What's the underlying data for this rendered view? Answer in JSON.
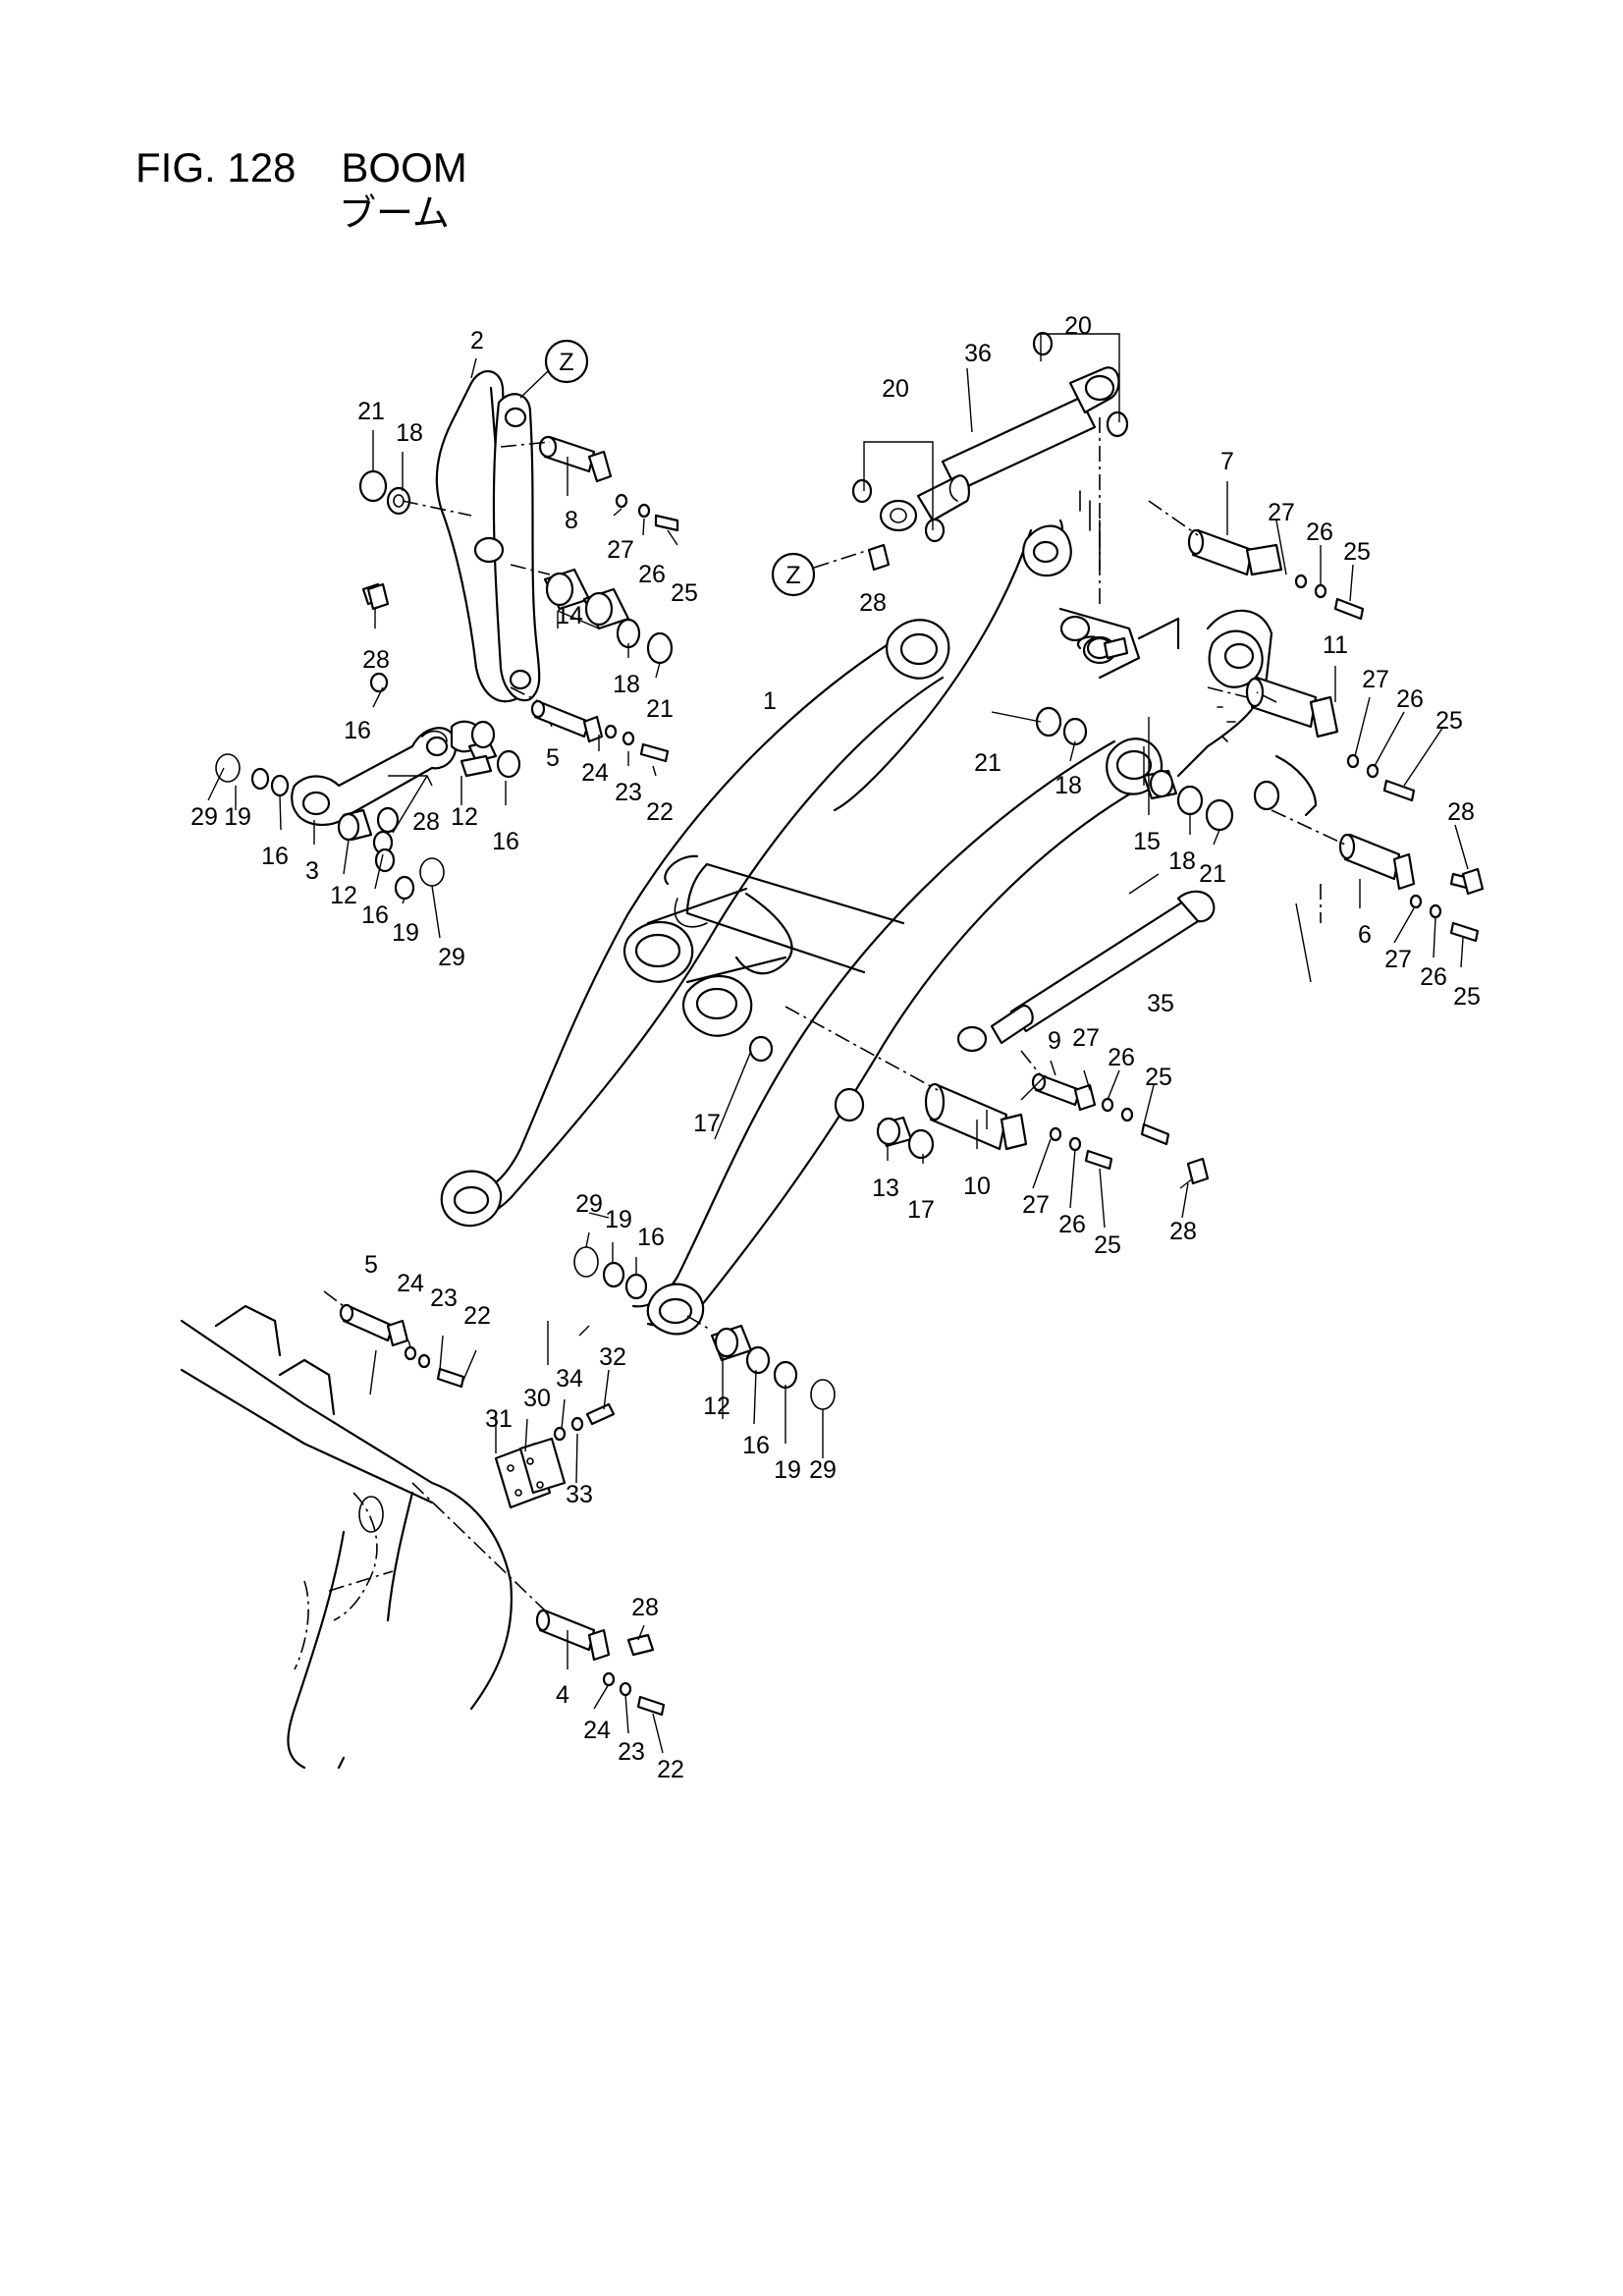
{
  "header": {
    "fig_label": "FIG. 128",
    "title": "BOOM",
    "subtitle": "ブーム"
  },
  "detail_marker": "Z",
  "callouts": [
    {
      "key": "c1",
      "text": "1"
    },
    {
      "key": "c2",
      "text": "2"
    },
    {
      "key": "c3",
      "text": "3"
    },
    {
      "key": "c4",
      "text": "4"
    },
    {
      "key": "c5a",
      "text": "5"
    },
    {
      "key": "c5b",
      "text": "5"
    },
    {
      "key": "c6",
      "text": "6"
    },
    {
      "key": "c7",
      "text": "7"
    },
    {
      "key": "c8",
      "text": "8"
    },
    {
      "key": "c9",
      "text": "9"
    },
    {
      "key": "c10",
      "text": "10"
    },
    {
      "key": "c11",
      "text": "11"
    },
    {
      "key": "c12a",
      "text": "12"
    },
    {
      "key": "c12b",
      "text": "12"
    },
    {
      "key": "c12c",
      "text": "12"
    },
    {
      "key": "c13",
      "text": "13"
    },
    {
      "key": "c14",
      "text": "14"
    },
    {
      "key": "c15",
      "text": "15"
    },
    {
      "key": "c16a",
      "text": "16"
    },
    {
      "key": "c16b",
      "text": "16"
    },
    {
      "key": "c16c",
      "text": "16"
    },
    {
      "key": "c16d",
      "text": "16"
    },
    {
      "key": "c16e",
      "text": "16"
    },
    {
      "key": "c16f",
      "text": "16"
    },
    {
      "key": "c17a",
      "text": "17"
    },
    {
      "key": "c17b",
      "text": "17"
    },
    {
      "key": "c18a",
      "text": "18"
    },
    {
      "key": "c18b",
      "text": "18"
    },
    {
      "key": "c18c",
      "text": "18"
    },
    {
      "key": "c18d",
      "text": "18"
    },
    {
      "key": "c19a",
      "text": "19"
    },
    {
      "key": "c19b",
      "text": "19"
    },
    {
      "key": "c19c",
      "text": "19"
    },
    {
      "key": "c19d",
      "text": "19"
    },
    {
      "key": "c20a",
      "text": "20"
    },
    {
      "key": "c20b",
      "text": "20"
    },
    {
      "key": "c21a",
      "text": "21"
    },
    {
      "key": "c21b",
      "text": "21"
    },
    {
      "key": "c21c",
      "text": "21"
    },
    {
      "key": "c21d",
      "text": "21"
    },
    {
      "key": "c22a",
      "text": "22"
    },
    {
      "key": "c22b",
      "text": "22"
    },
    {
      "key": "c22c",
      "text": "22"
    },
    {
      "key": "c23a",
      "text": "23"
    },
    {
      "key": "c23b",
      "text": "23"
    },
    {
      "key": "c23c",
      "text": "23"
    },
    {
      "key": "c24a",
      "text": "24"
    },
    {
      "key": "c24b",
      "text": "24"
    },
    {
      "key": "c24c",
      "text": "24"
    },
    {
      "key": "c25a",
      "text": "25"
    },
    {
      "key": "c25b",
      "text": "25"
    },
    {
      "key": "c25c",
      "text": "25"
    },
    {
      "key": "c25d",
      "text": "25"
    },
    {
      "key": "c25e",
      "text": "25"
    },
    {
      "key": "c25f",
      "text": "25"
    },
    {
      "key": "c26a",
      "text": "26"
    },
    {
      "key": "c26b",
      "text": "26"
    },
    {
      "key": "c26c",
      "text": "26"
    },
    {
      "key": "c26d",
      "text": "26"
    },
    {
      "key": "c26e",
      "text": "26"
    },
    {
      "key": "c26f",
      "text": "26"
    },
    {
      "key": "c27a",
      "text": "27"
    },
    {
      "key": "c27b",
      "text": "27"
    },
    {
      "key": "c27c",
      "text": "27"
    },
    {
      "key": "c27d",
      "text": "27"
    },
    {
      "key": "c27e",
      "text": "27"
    },
    {
      "key": "c27f",
      "text": "27"
    },
    {
      "key": "c28a",
      "text": "28"
    },
    {
      "key": "c28b",
      "text": "28"
    },
    {
      "key": "c28c",
      "text": "28"
    },
    {
      "key": "c28d",
      "text": "28"
    },
    {
      "key": "c28e",
      "text": "28"
    },
    {
      "key": "c28f",
      "text": "28"
    },
    {
      "key": "c29a",
      "text": "29"
    },
    {
      "key": "c29b",
      "text": "29"
    },
    {
      "key": "c29c",
      "text": "29"
    },
    {
      "key": "c29d",
      "text": "29"
    },
    {
      "key": "c30",
      "text": "30"
    },
    {
      "key": "c31",
      "text": "31"
    },
    {
      "key": "c32",
      "text": "32"
    },
    {
      "key": "c33",
      "text": "33"
    },
    {
      "key": "c34",
      "text": "34"
    },
    {
      "key": "c35",
      "text": "35"
    },
    {
      "key": "c36",
      "text": "36"
    }
  ]
}
